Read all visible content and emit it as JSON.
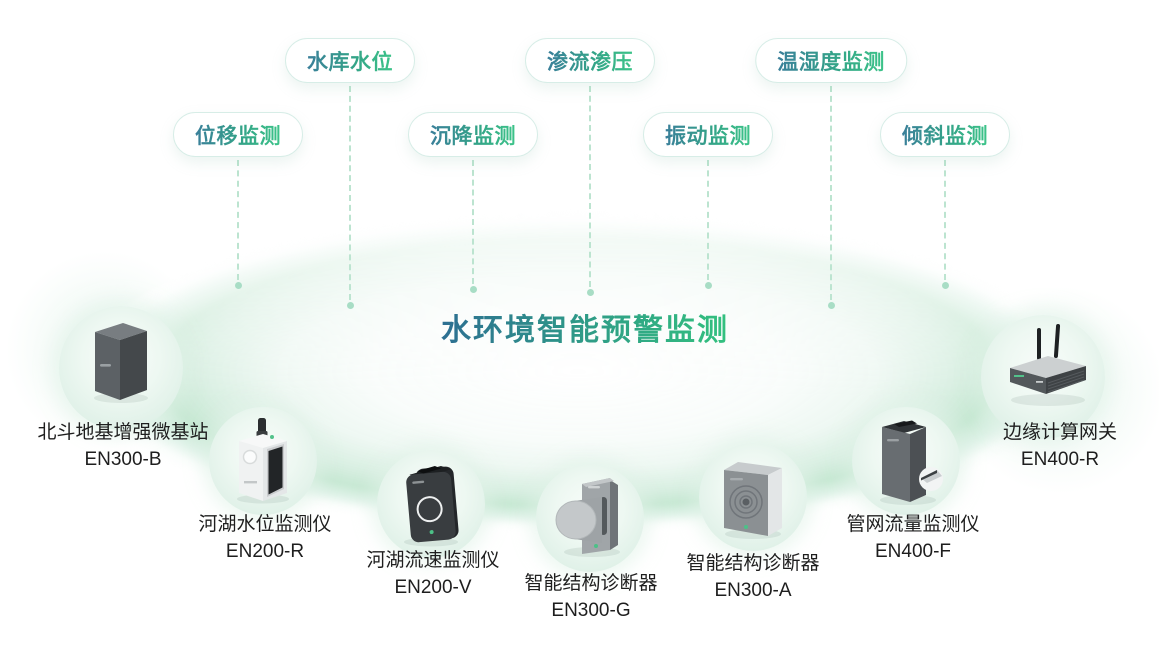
{
  "title": "水环境智能预警监测",
  "colors": {
    "text_gradient_start": "#3a7f9a",
    "text_gradient_end": "#3cc489",
    "pill_border": "#d7ede7",
    "dashed_line": "#bce4d0",
    "platform_green": "#c4e7d1",
    "label_text": "#1e1e1e"
  },
  "pills": [
    {
      "label": "水库水位"
    },
    {
      "label": "渗流渗压"
    },
    {
      "label": "温湿度监测"
    },
    {
      "label": "位移监测"
    },
    {
      "label": "沉降监测"
    },
    {
      "label": "振动监测"
    },
    {
      "label": "倾斜监测"
    }
  ],
  "devices": [
    {
      "name": "北斗地基增强微基站",
      "model": "EN300-B"
    },
    {
      "name": "河湖水位监测仪",
      "model": "EN200-R"
    },
    {
      "name": "河湖流速监测仪",
      "model": "EN200-V"
    },
    {
      "name": "智能结构诊断器",
      "model": "EN300-G"
    },
    {
      "name": "智能结构诊断器",
      "model": "EN300-A"
    },
    {
      "name": "管网流量监测仪",
      "model": "EN400-F"
    },
    {
      "name": "边缘计算网关",
      "model": "EN400-R"
    }
  ]
}
